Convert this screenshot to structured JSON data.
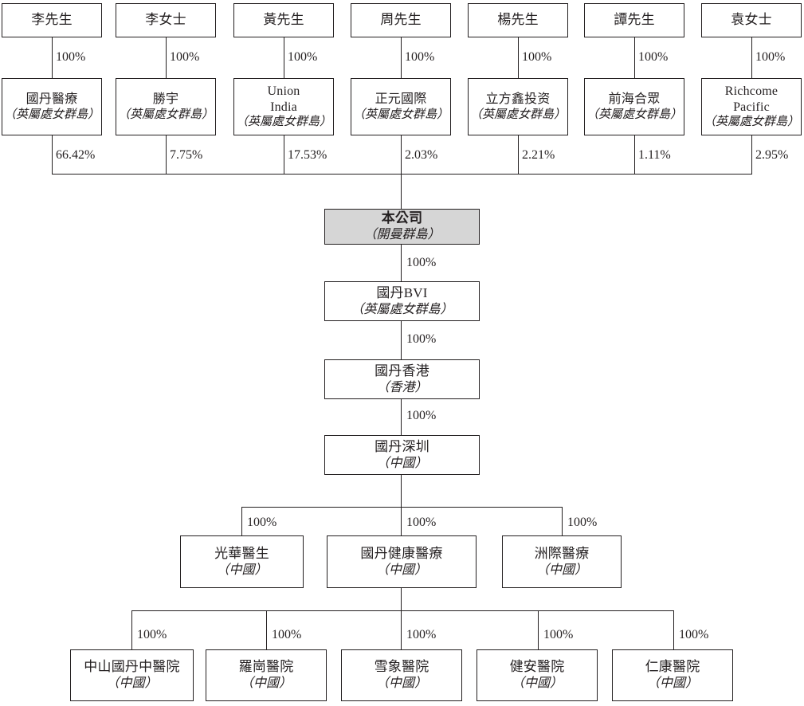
{
  "diagram": {
    "title": "Corporate shareholding structure chart",
    "accent_fill": "#d6d6d6",
    "line_color": "#231f20",
    "jurisdictions": {
      "bvi": "（英屬處女群島）",
      "cayman": "（開曼群島）",
      "hk": "（香港）",
      "prc": "（中國）"
    },
    "shareholders": [
      {
        "name": "李先生"
      },
      {
        "name": "李女士"
      },
      {
        "name": "黃先生"
      },
      {
        "name": "周先生"
      },
      {
        "name": "楊先生"
      },
      {
        "name": "譚先生"
      },
      {
        "name": "袁女士"
      }
    ],
    "shareholder_to_holdco_pct": [
      "100%",
      "100%",
      "100%",
      "100%",
      "100%",
      "100%",
      "100%"
    ],
    "holdcos": [
      {
        "name": "國丹醫療",
        "name2": "",
        "loc": "（英屬處女群島）"
      },
      {
        "name": "勝宇",
        "name2": "",
        "loc": "（英屬處女群島）"
      },
      {
        "name": "Union",
        "name2": "India",
        "loc": "（英屬處女群島）"
      },
      {
        "name": "正元國際",
        "name2": "",
        "loc": "（英屬處女群島）"
      },
      {
        "name": "立方鑫投资",
        "name2": "",
        "loc": "（英屬處女群島）"
      },
      {
        "name": "前海合眾",
        "name2": "",
        "loc": "（英屬處女群島）"
      },
      {
        "name": "Richcome",
        "name2": "Pacific",
        "loc": "（英屬處女群島）"
      }
    ],
    "holdco_to_company_pct": [
      "66.42%",
      "7.75%",
      "17.53%",
      "2.03%",
      "2.21%",
      "1.11%",
      "2.95%"
    ],
    "chain": [
      {
        "name": "本公司",
        "loc": "（開曼群島）",
        "highlight": true
      },
      {
        "name": "國丹BVI",
        "loc": "（英屬處女群島）",
        "highlight": false
      },
      {
        "name": "國丹香港",
        "loc": "（香港）",
        "highlight": false
      },
      {
        "name": "國丹深圳",
        "loc": "（中國）",
        "highlight": false
      }
    ],
    "chain_pcts": [
      "100%",
      "100%",
      "100%"
    ],
    "operating": [
      {
        "name": "光華醫生",
        "loc": "（中國）"
      },
      {
        "name": "國丹健康醫療",
        "loc": "（中國）"
      },
      {
        "name": "洲際醫療",
        "loc": "（中國）"
      }
    ],
    "operating_pcts": [
      "100%",
      "100%",
      "100%"
    ],
    "hospitals": [
      {
        "name": "中山國丹中醫院",
        "loc": "（中國）"
      },
      {
        "name": "羅崗醫院",
        "loc": "（中國）"
      },
      {
        "name": "雪象醫院",
        "loc": "（中國）"
      },
      {
        "name": "健安醫院",
        "loc": "（中國）"
      },
      {
        "name": "仁康醫院",
        "loc": "（中國）"
      }
    ],
    "hospital_pcts": [
      "100%",
      "100%",
      "100%",
      "100%",
      "100%"
    ]
  }
}
